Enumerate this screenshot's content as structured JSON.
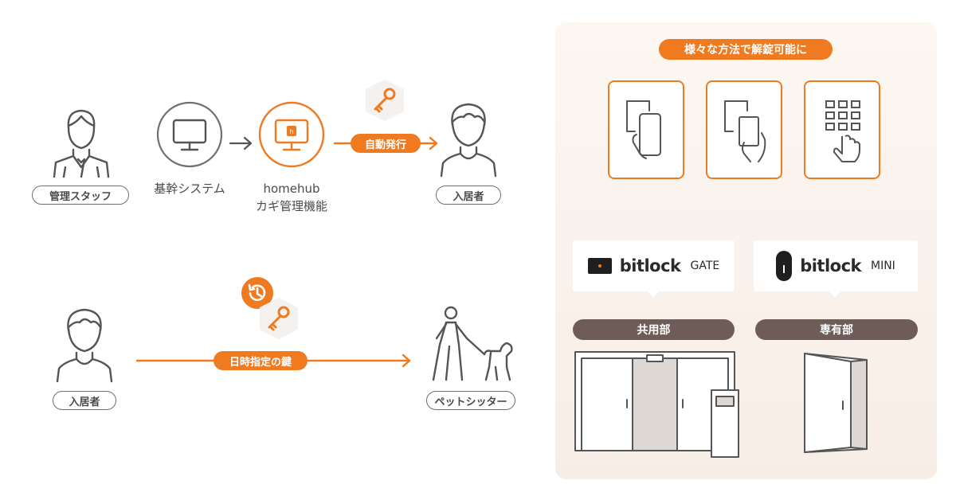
{
  "flow1": {
    "staff_label": "管理スタッフ",
    "system_label": "基幹システム",
    "homehub_line1": "homehub",
    "homehub_line2": "カギ管理機能",
    "auto_issue": "自動発行",
    "resident_label": "入居者"
  },
  "flow2": {
    "resident_label": "入居者",
    "timed_key": "日時指定の鍵",
    "sitter_label": "ペットシッター"
  },
  "panel": {
    "header": "様々な方法で解錠可能に",
    "gate_brand": "bitlock",
    "gate_model": "GATE",
    "mini_brand": "bitlock",
    "mini_model": "MINI",
    "common_area": "共用部",
    "private_area": "専有部"
  },
  "colors": {
    "accent": "#f07a1f",
    "dark_pill": "#6e5c58",
    "line": "#6f6f6f"
  },
  "icons": [
    "staff-person-icon",
    "monitor-icon",
    "homehub-monitor-icon",
    "key-icon",
    "resident-person-icon",
    "history-icon",
    "pet-sitter-icon",
    "smartphone-tap-icon",
    "card-tap-icon",
    "keypad-icon",
    "sliding-door-icon",
    "apartment-door-icon"
  ]
}
